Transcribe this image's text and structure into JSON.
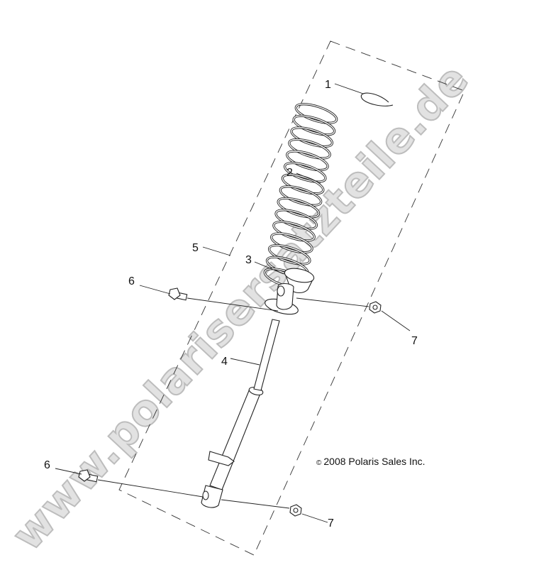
{
  "diagram": {
    "callouts": [
      {
        "id": "callout-1",
        "label": "1"
      },
      {
        "id": "callout-2",
        "label": "2"
      },
      {
        "id": "callout-3",
        "label": "3"
      },
      {
        "id": "callout-4",
        "label": "4"
      },
      {
        "id": "callout-5",
        "label": "5"
      },
      {
        "id": "callout-6-upper",
        "label": "6"
      },
      {
        "id": "callout-6-lower",
        "label": "6"
      },
      {
        "id": "callout-7-upper",
        "label": "7"
      },
      {
        "id": "callout-7-lower",
        "label": "7"
      }
    ],
    "copyright": "2008 Polaris Sales Inc.",
    "copyright_symbol": "©",
    "watermark": "www.polarisersatzteile.de"
  }
}
